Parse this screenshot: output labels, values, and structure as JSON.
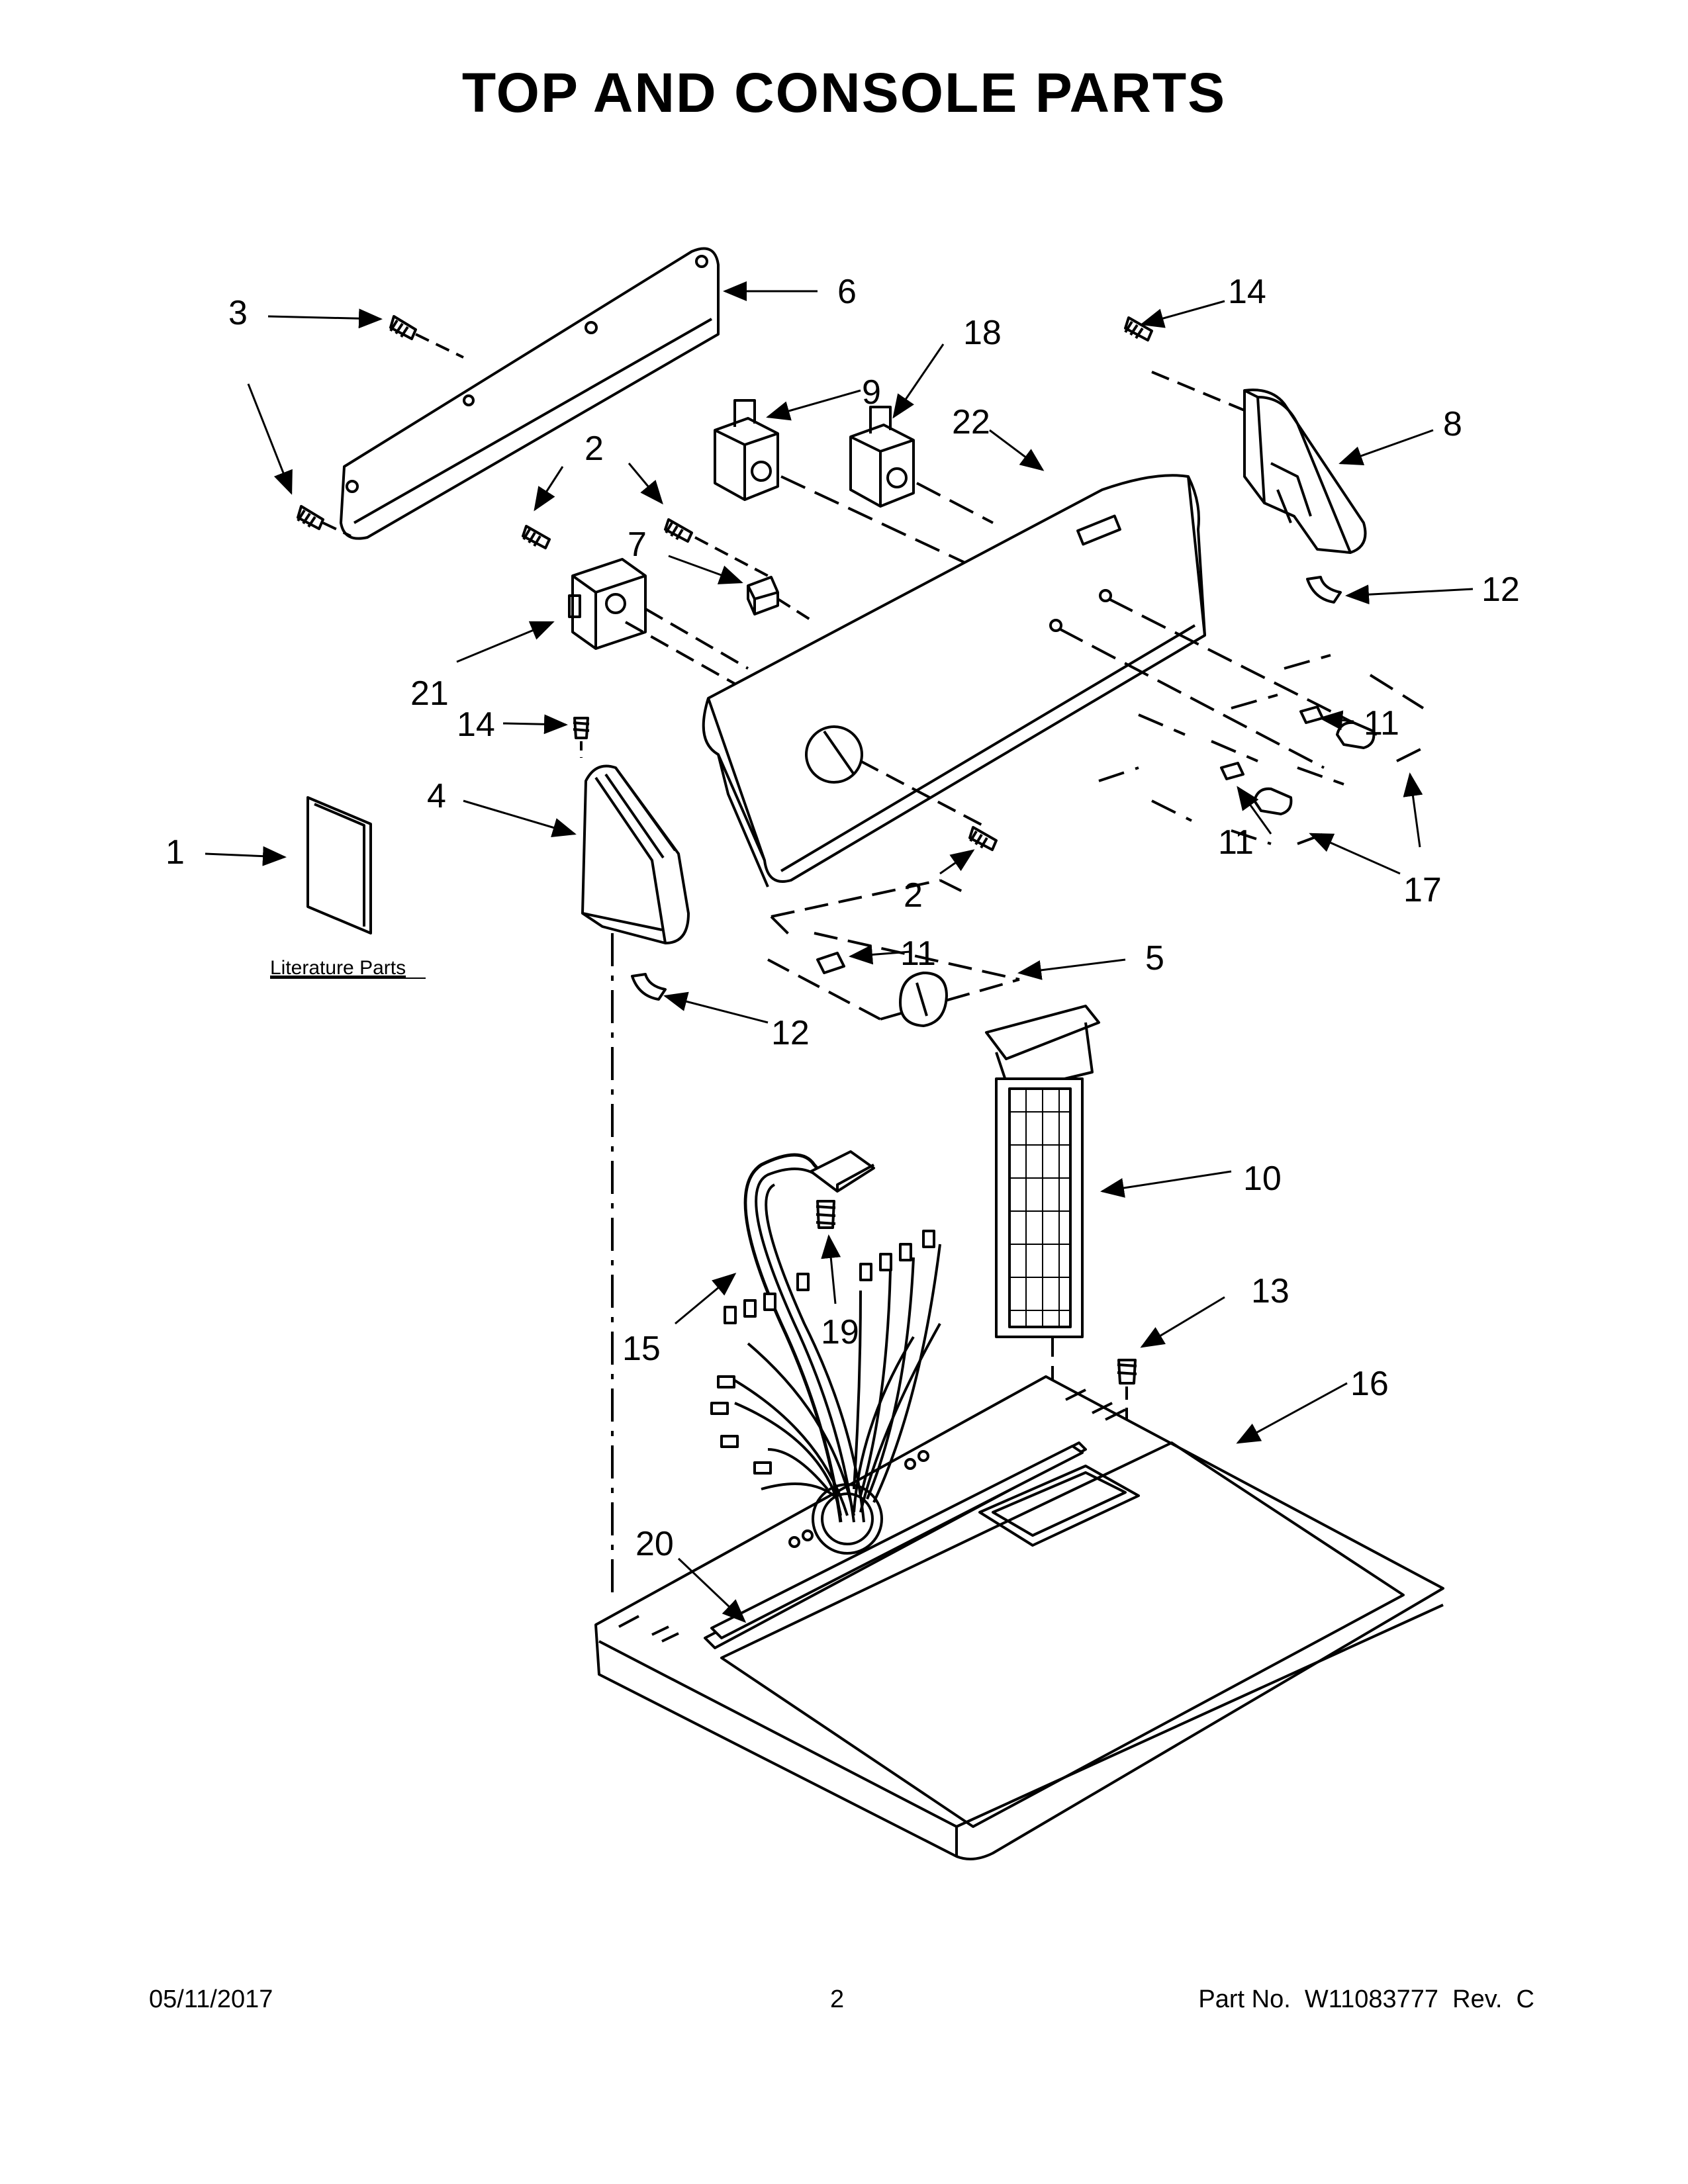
{
  "title": "TOP AND CONSOLE PARTS",
  "callouts": [
    "1",
    "2",
    "2",
    "3",
    "4",
    "5",
    "6",
    "7",
    "8",
    "9",
    "10",
    "11",
    "11",
    "11",
    "12",
    "12",
    "13",
    "14",
    "14",
    "15",
    "16",
    "17",
    "18",
    "19",
    "20",
    "21",
    "22"
  ],
  "literature_label": "Literature Parts",
  "footer": {
    "date": "05/11/2017",
    "page": "2",
    "part": "Part No.  W11083777  Rev.  C"
  }
}
